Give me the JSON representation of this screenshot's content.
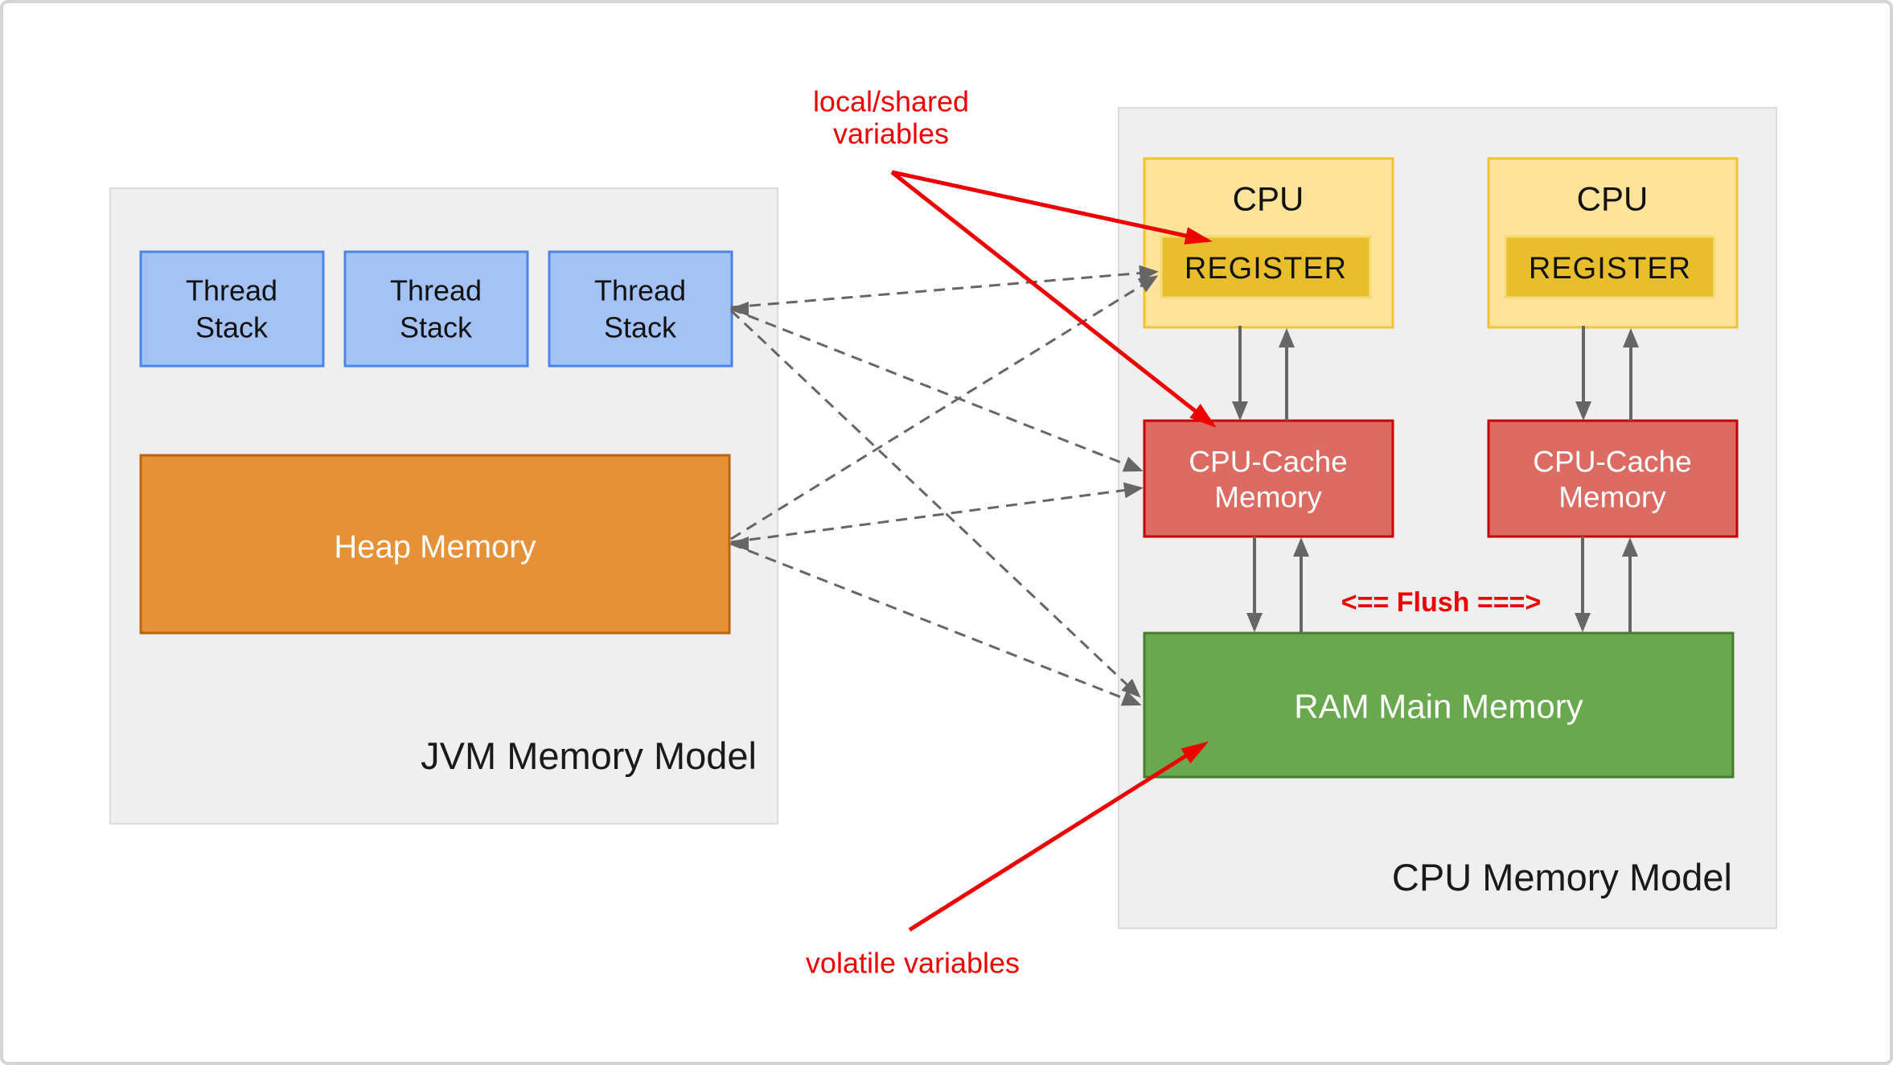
{
  "canvas": {
    "background": "#ffffff",
    "border_color": "#d5d5d8"
  },
  "jvm_model": {
    "title": "JVM Memory Model",
    "panel_color": "#efefef",
    "thread_stacks": [
      {
        "line1": "Thread",
        "line2": "Stack"
      },
      {
        "line1": "Thread",
        "line2": "Stack"
      },
      {
        "line1": "Thread",
        "line2": "Stack"
      }
    ],
    "thread_stack_fill": "#a4c2f4",
    "thread_stack_border": "#4a86e8",
    "heap": {
      "label": "Heap Memory",
      "fill": "#e69138",
      "border": "#ba6410"
    }
  },
  "cpu_model": {
    "title": "CPU Memory Model",
    "panel_color": "#efefef",
    "cpus": [
      {
        "label": "CPU",
        "register_label": "REGISTER"
      },
      {
        "label": "CPU",
        "register_label": "REGISTER"
      }
    ],
    "cpu_fill": "#fde49a",
    "cpu_border": "#f1c232",
    "register_fill": "#e9be2c",
    "caches": [
      {
        "line1": "CPU-Cache",
        "line2": "Memory"
      },
      {
        "line1": "CPU-Cache",
        "line2": "Memory"
      }
    ],
    "cache_fill": "#db6b63",
    "cache_border": "#c80000",
    "ram": {
      "label": "RAM Main Memory",
      "fill": "#6aa84f",
      "border": "#457e2d"
    },
    "flush_label": "<== Flush ===>"
  },
  "annotations": {
    "color": "#ee0000",
    "local_shared": {
      "line1": "local/shared",
      "line2": "variables"
    },
    "volatile": "volatile variables"
  },
  "connector_color": "#666666"
}
